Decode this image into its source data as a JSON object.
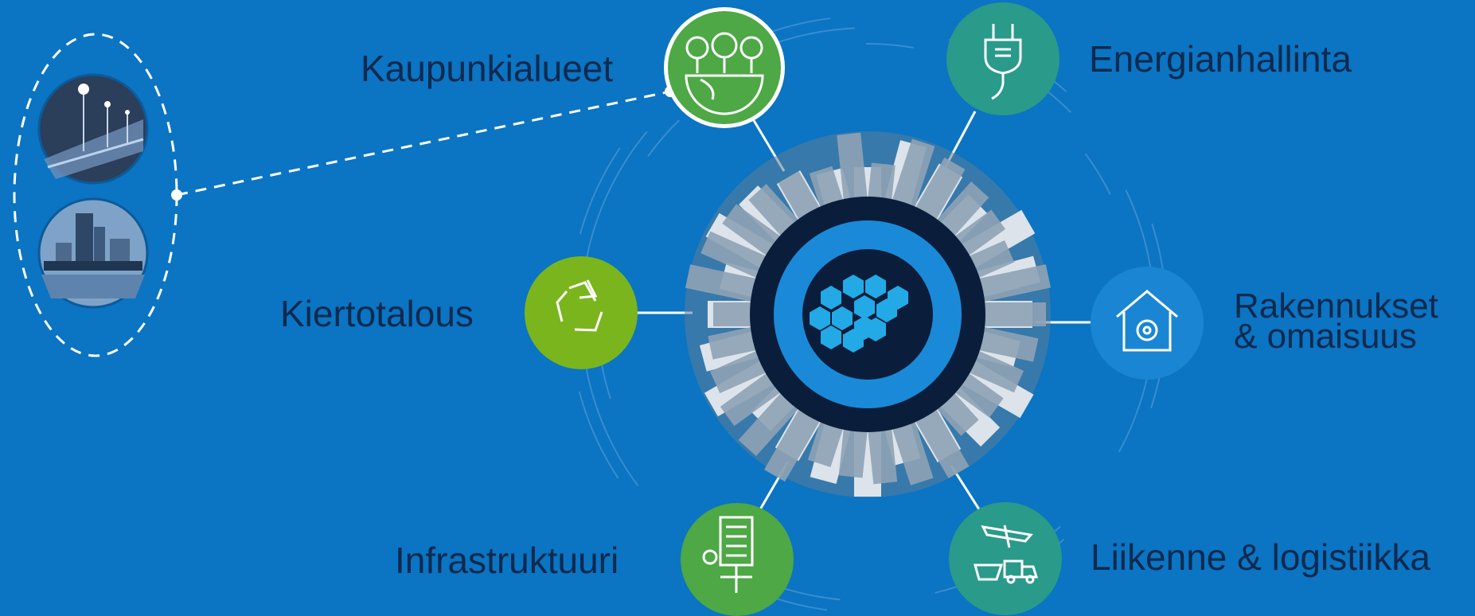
{
  "labels": {
    "urban_areas": "Kaupunkialueet",
    "energy": "Energianhallinta",
    "circular": "Kiertotalous",
    "buildings_line1": "Rakennukset",
    "buildings_line2": "& omaisuus",
    "infrastructure": "Infrastruktuuri",
    "traffic": "Liikenne & logistiikka"
  },
  "colors": {
    "background": "#0B74C3",
    "label_text": "#0E2A4E",
    "urban_green": "#4DA845",
    "energy_teal": "#2A9A8A",
    "circular_lime": "#7AB51D",
    "buildings_blue": "#1A86D3",
    "infrastructure_green": "#4DA845",
    "traffic_teal": "#2A9A8A",
    "hub_navy": "#0A1E3C",
    "hub_blue": "#1A8AD8",
    "hex_cyan": "#23A9E6"
  },
  "icons": {
    "urban_areas": "trees-globe-icon",
    "energy": "power-plug-icon",
    "circular": "recycle-icon",
    "buildings": "house-gear-icon",
    "infrastructure": "smart-building-icon",
    "traffic": "plane-ship-truck-icon",
    "hub": "hexagon-cluster-icon"
  }
}
